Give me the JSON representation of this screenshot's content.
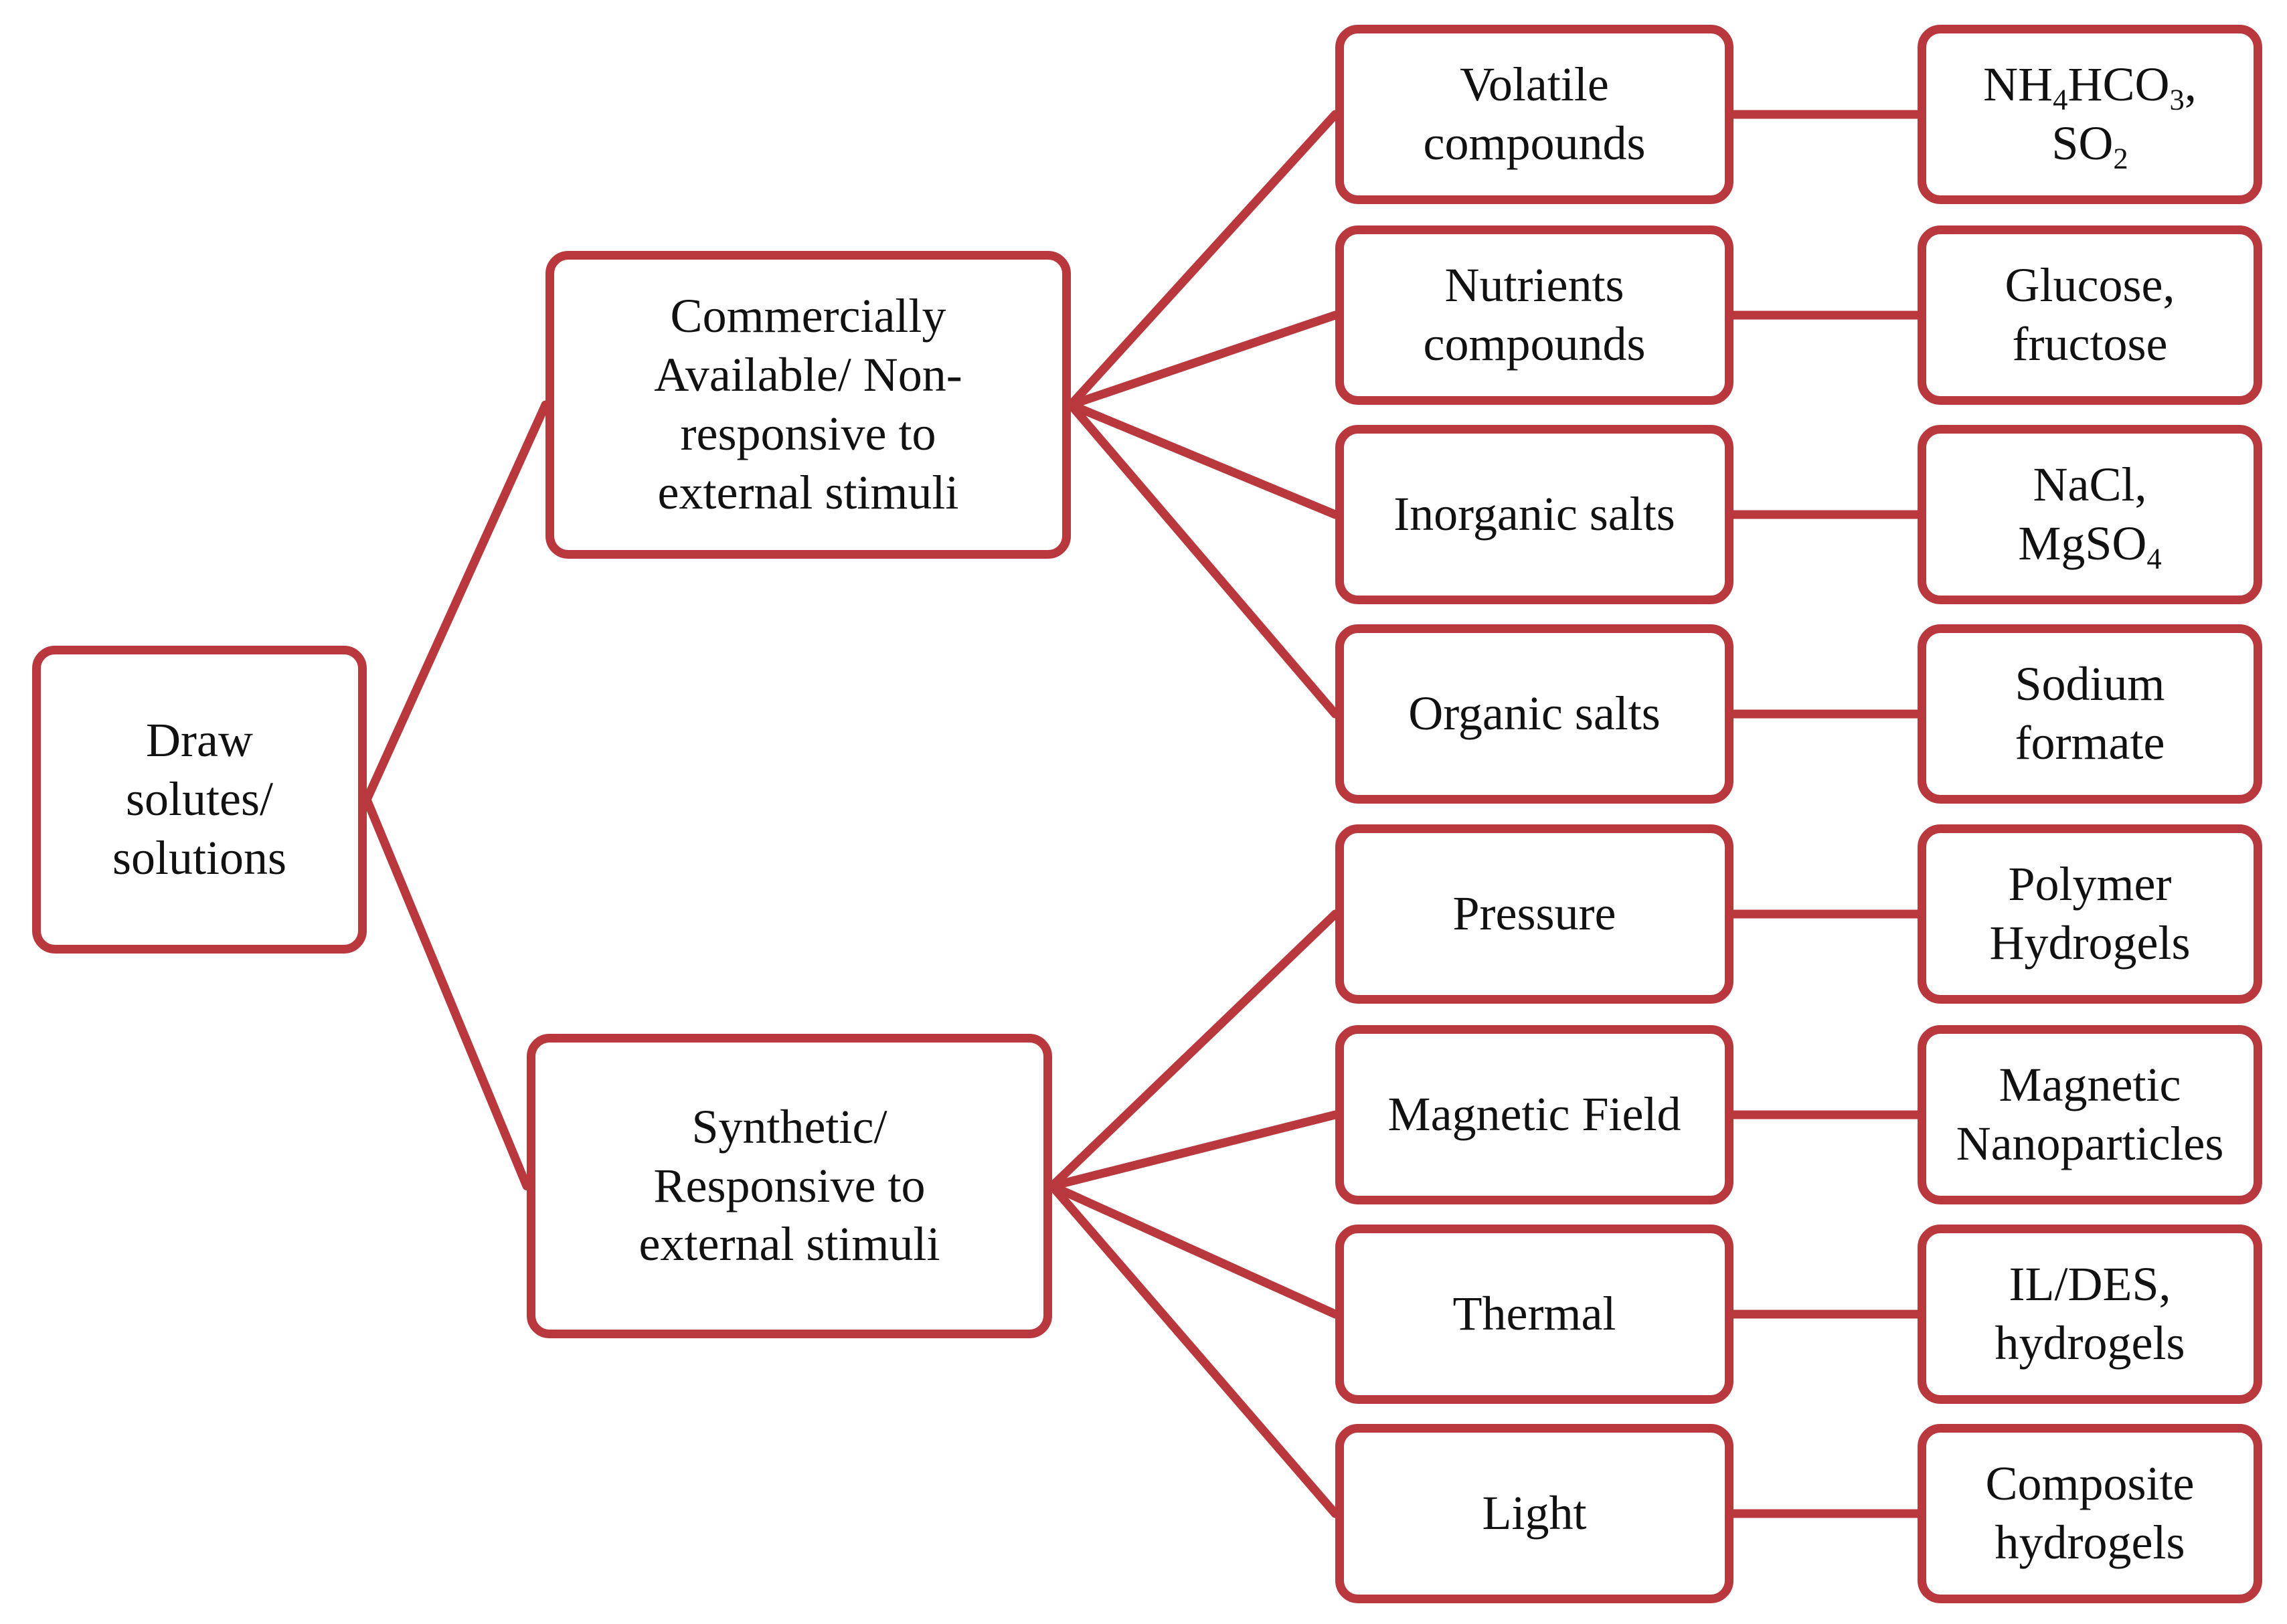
{
  "colors": {
    "border": "#b8383d",
    "text": "#111111",
    "background": "#ffffff"
  },
  "root": {
    "lines": [
      "Draw",
      "solutes/",
      "solutions"
    ]
  },
  "branches": [
    {
      "lines": [
        "Commercially",
        "Available/ Non-",
        "responsive to",
        "external stimuli"
      ],
      "children": [
        {
          "category": [
            "Volatile",
            "compounds"
          ],
          "example": [
            [
              "NH",
              {
                "sub": "4"
              },
              "HCO",
              {
                "sub": "3"
              },
              ","
            ],
            [
              "SO",
              {
                "sub": "2"
              }
            ]
          ]
        },
        {
          "category": [
            "Nutrients",
            "compounds"
          ],
          "example": [
            [
              "Glucose,"
            ],
            [
              "fructose"
            ]
          ]
        },
        {
          "category": [
            "Inorganic salts"
          ],
          "example": [
            [
              "NaCl,"
            ],
            [
              "MgSO",
              {
                "sub": "4"
              }
            ]
          ]
        },
        {
          "category": [
            "Organic salts"
          ],
          "example": [
            [
              "Sodium"
            ],
            [
              "formate"
            ]
          ]
        }
      ]
    },
    {
      "lines": [
        "Synthetic/",
        "Responsive to",
        "external stimuli"
      ],
      "children": [
        {
          "category": [
            "Pressure"
          ],
          "example": [
            [
              "Polymer"
            ],
            [
              "Hydrogels"
            ]
          ]
        },
        {
          "category": [
            "Magnetic Field"
          ],
          "example": [
            [
              "Magnetic"
            ],
            [
              "Nanoparticles"
            ]
          ]
        },
        {
          "category": [
            "Thermal"
          ],
          "example": [
            [
              "IL/DES,"
            ],
            [
              "hydrogels"
            ]
          ]
        },
        {
          "category": [
            "Light"
          ],
          "example": [
            [
              "Composite"
            ],
            [
              "hydrogels"
            ]
          ]
        }
      ]
    }
  ]
}
